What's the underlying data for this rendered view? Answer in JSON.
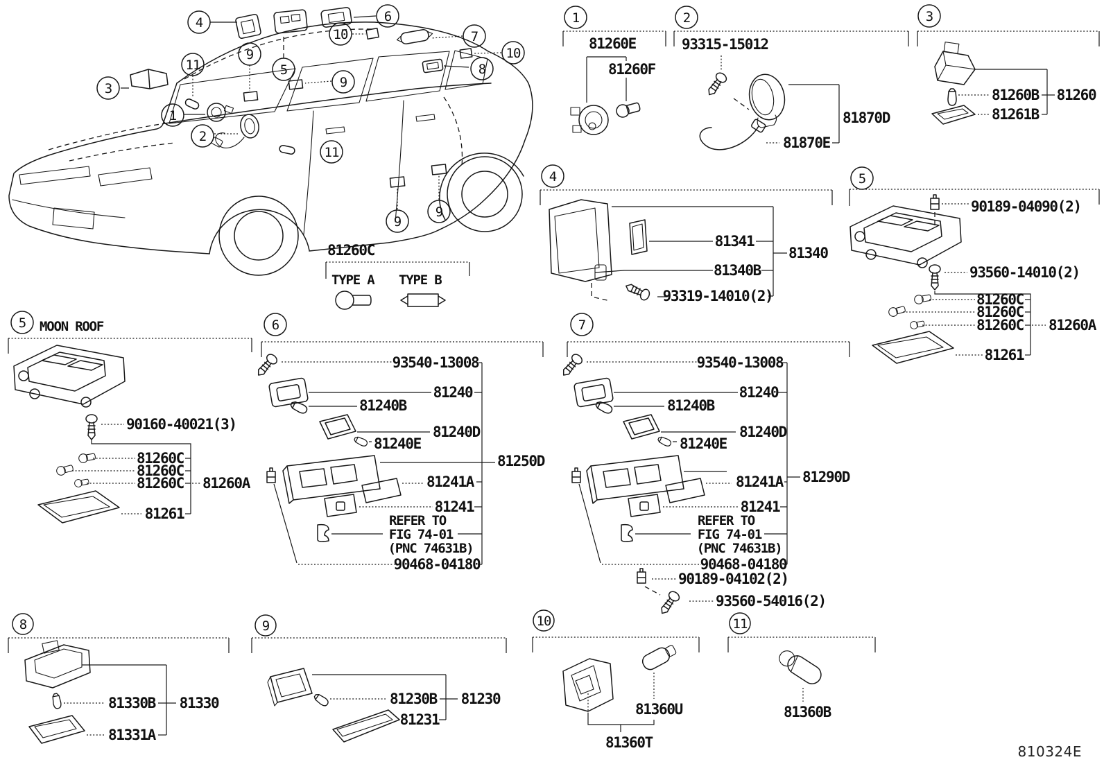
{
  "figure": {
    "code": "810324E"
  },
  "nums": {
    "n1": "1",
    "n2": "2",
    "n3": "3",
    "n4": "4",
    "n5": "5",
    "n6": "6",
    "n7": "7",
    "n8": "8",
    "n9": "9",
    "n10": "10",
    "n11": "11"
  },
  "headers": {
    "moon_roof": "MOON ROOF"
  },
  "type_block": {
    "part": "81260C",
    "type_a": "TYPE A",
    "type_b": "TYPE B"
  },
  "s1": {
    "p1": "81260E",
    "p2": "81260F"
  },
  "s2": {
    "p1": "93315-15012",
    "p2": "81870D",
    "p3": "81870E"
  },
  "s3": {
    "p1": "81260B",
    "p2": "81260",
    "p3": "81261B"
  },
  "s4": {
    "p1": "81341",
    "p2": "81340",
    "p3": "81340B",
    "p4": "93319-14010(2)"
  },
  "s5l": {
    "p1": "90160-40021(3)",
    "p2": "81260C",
    "p3": "81260C",
    "p4": "81260C",
    "p5": "81260A",
    "p6": "81261"
  },
  "s5r": {
    "p1": "90189-04090(2)",
    "p2": "93560-14010(2)",
    "p3": "81260C",
    "p4": "81260C",
    "p5": "81260C",
    "p6": "81260A",
    "p7": "81261"
  },
  "s6": {
    "p1": "93540-13008",
    "p2": "81240",
    "p3": "81240B",
    "p4": "81240D",
    "p5": "81240E",
    "p6": "81250D",
    "p7": "81241A",
    "p8": "81241",
    "n1": "REFER TO",
    "n2": "FIG 74-01",
    "n3": "(PNC 74631B)",
    "p9": "90468-04180"
  },
  "s7": {
    "p1": "93540-13008",
    "p2": "81240",
    "p3": "81240B",
    "p4": "81240D",
    "p5": "81240E",
    "p6": "81290D",
    "p7": "81241A",
    "p8": "81241",
    "n1": "REFER TO",
    "n2": "FIG 74-01",
    "n3": "(PNC 74631B)",
    "p9": "90468-04180",
    "p10": "90189-04102(2)",
    "p11": "93560-54016(2)"
  },
  "s8": {
    "p1": "81330B",
    "p2": "81330",
    "p3": "81331A"
  },
  "s9": {
    "p1": "81230B",
    "p2": "81230",
    "p3": "81231"
  },
  "s10": {
    "p1": "81360U",
    "p2": "81360T"
  },
  "s11": {
    "p1": "81360B"
  }
}
